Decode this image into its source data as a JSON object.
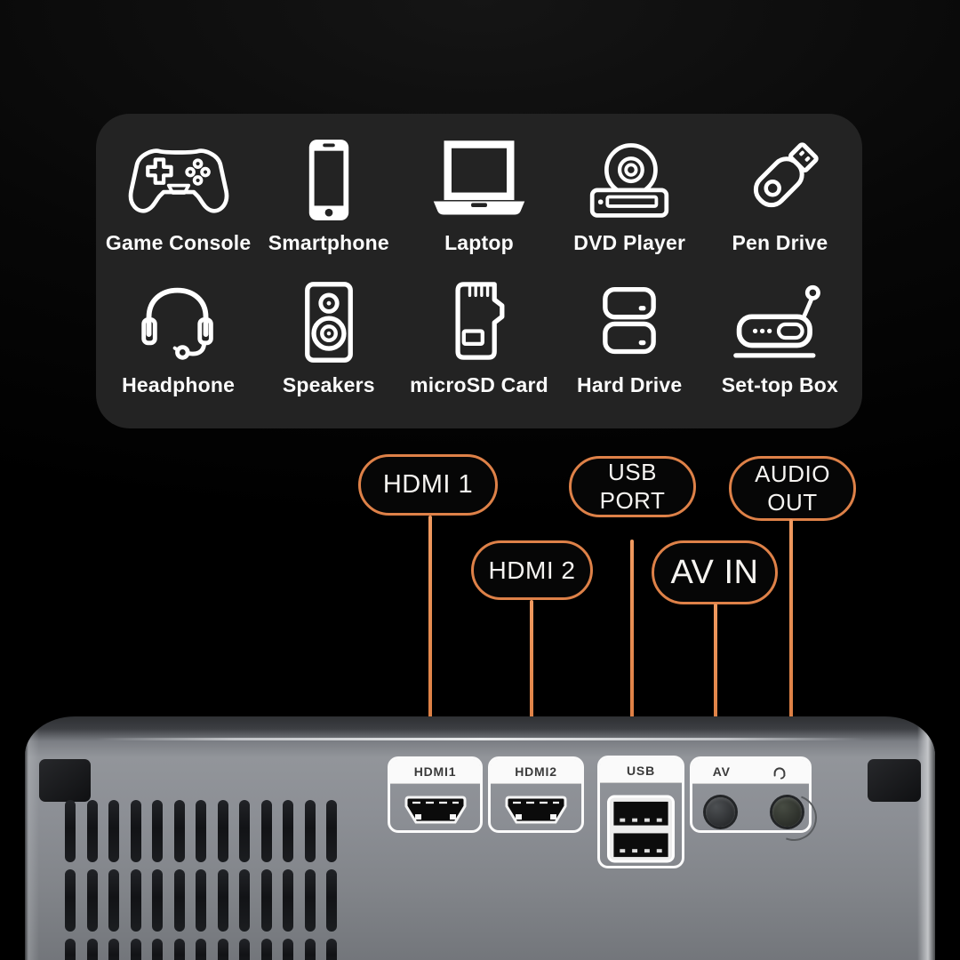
{
  "colors": {
    "background": "#000000",
    "panel_bg": "#232323",
    "accent_orange": "#de8148",
    "projector_gray": "#8c8f95"
  },
  "devices_panel": {
    "items": [
      {
        "id": "game-console",
        "label": "Game Console",
        "icon": "game-console-icon"
      },
      {
        "id": "smartphone",
        "label": "Smartphone",
        "icon": "smartphone-icon"
      },
      {
        "id": "laptop",
        "label": "Laptop",
        "icon": "laptop-icon"
      },
      {
        "id": "dvd-player",
        "label": "DVD Player",
        "icon": "dvd-player-icon"
      },
      {
        "id": "pen-drive",
        "label": "Pen Drive",
        "icon": "pen-drive-icon"
      },
      {
        "id": "headphone",
        "label": "Headphone",
        "icon": "headphone-icon"
      },
      {
        "id": "speakers",
        "label": "Speakers",
        "icon": "speakers-icon"
      },
      {
        "id": "microsd-card",
        "label": "microSD Card",
        "icon": "microsd-card-icon"
      },
      {
        "id": "hard-drive",
        "label": "Hard Drive",
        "icon": "hard-drive-icon"
      },
      {
        "id": "set-top-box",
        "label": "Set-top Box",
        "icon": "set-top-box-icon"
      }
    ]
  },
  "callouts": [
    {
      "id": "hdmi1",
      "label": "HDMI 1"
    },
    {
      "id": "usb-port",
      "label": "USB PORT"
    },
    {
      "id": "audio-out",
      "label": "AUDIO OUT"
    },
    {
      "id": "hdmi2",
      "label": "HDMI 2"
    },
    {
      "id": "av-in",
      "label": "AV IN"
    }
  ],
  "projector": {
    "port_labels": {
      "hdmi1": "HDMI1",
      "hdmi2": "HDMI2",
      "usb": "USB",
      "av": "AV",
      "audio_icon": "headphone-jack-icon"
    }
  }
}
